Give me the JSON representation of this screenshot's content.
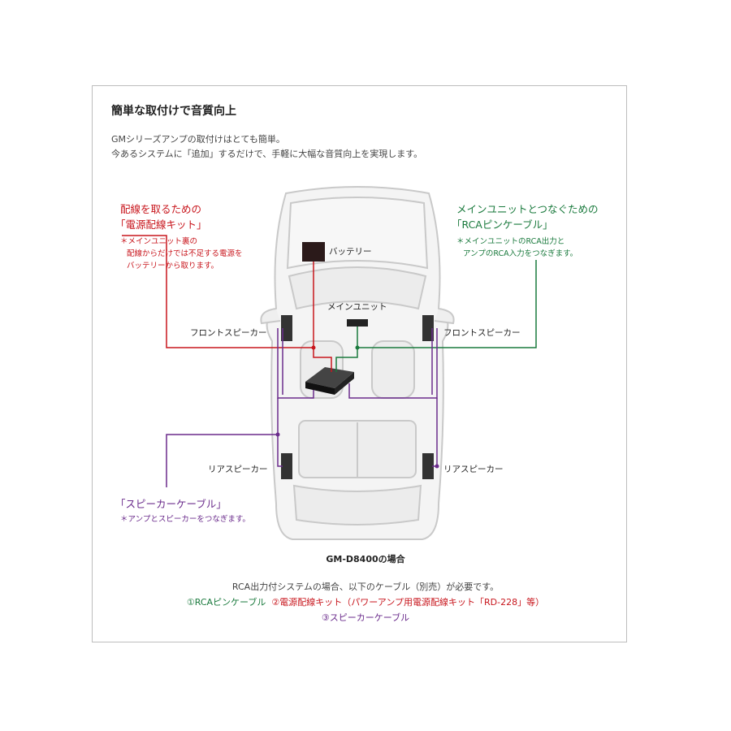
{
  "header": {
    "title": "簡単な取付けで音質向上",
    "intro_line1": "GMシリーズアンプの取付けはとても簡単。",
    "intro_line2": "今あるシステムに「追加」するだけで、手軽に大幅な音質向上を実現します。"
  },
  "diagram": {
    "battery_label": "バッテリー",
    "main_unit_label": "メインユニット",
    "front_speaker_left": "フロントスピーカー",
    "front_speaker_right": "フロントスピーカー",
    "rear_speaker_left": "リアスピーカー",
    "rear_speaker_right": "リアスピーカー",
    "power_kit": {
      "line1": "配線を取るための",
      "line2": "「電源配線キット」",
      "note1": "＊メインユニット裏の",
      "note2": "配線からだけでは不足する電源を",
      "note3": "バッテリーから取ります。"
    },
    "rca_cable": {
      "line1": "メインユニットとつなぐための",
      "line2": "「RCAピンケーブル」",
      "note1": "＊メインユニットのRCA出力と",
      "note2": "アンプのRCA入力をつなぎます。"
    },
    "speaker_cable": {
      "line1": "「スピーカーケーブル」",
      "note1": "＊アンプとスピーカーをつなぎます。"
    },
    "caption": "GM-D8400の場合"
  },
  "requirements": {
    "line1": "RCA出力付システムの場合、以下のケーブル（別売）が必要です。",
    "item1": "①RCAピンケーブル",
    "item2": "②電源配線キット（パワーアンプ用電源配線キット「RD-228」等）",
    "item3": "③スピーカーケーブル"
  },
  "colors": {
    "power_red": "#c8161d",
    "rca_green": "#1a7a3d",
    "speaker_purple": "#6b2c8c"
  }
}
